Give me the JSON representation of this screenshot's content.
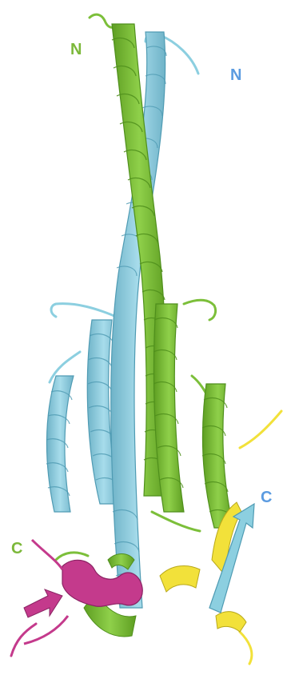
{
  "labels": {
    "green_n": "N",
    "blue_n": "N",
    "blue_c": "C",
    "green_c": "C"
  },
  "colors": {
    "green": "#7cbf3a",
    "green_dark": "#4f8f1c",
    "blue": "#8ccfe0",
    "blue_dark": "#4f9bb3",
    "yellow": "#f2e13a",
    "magenta": "#c43a8c",
    "label_green": "#7cb83a",
    "label_blue": "#5b9be0"
  }
}
